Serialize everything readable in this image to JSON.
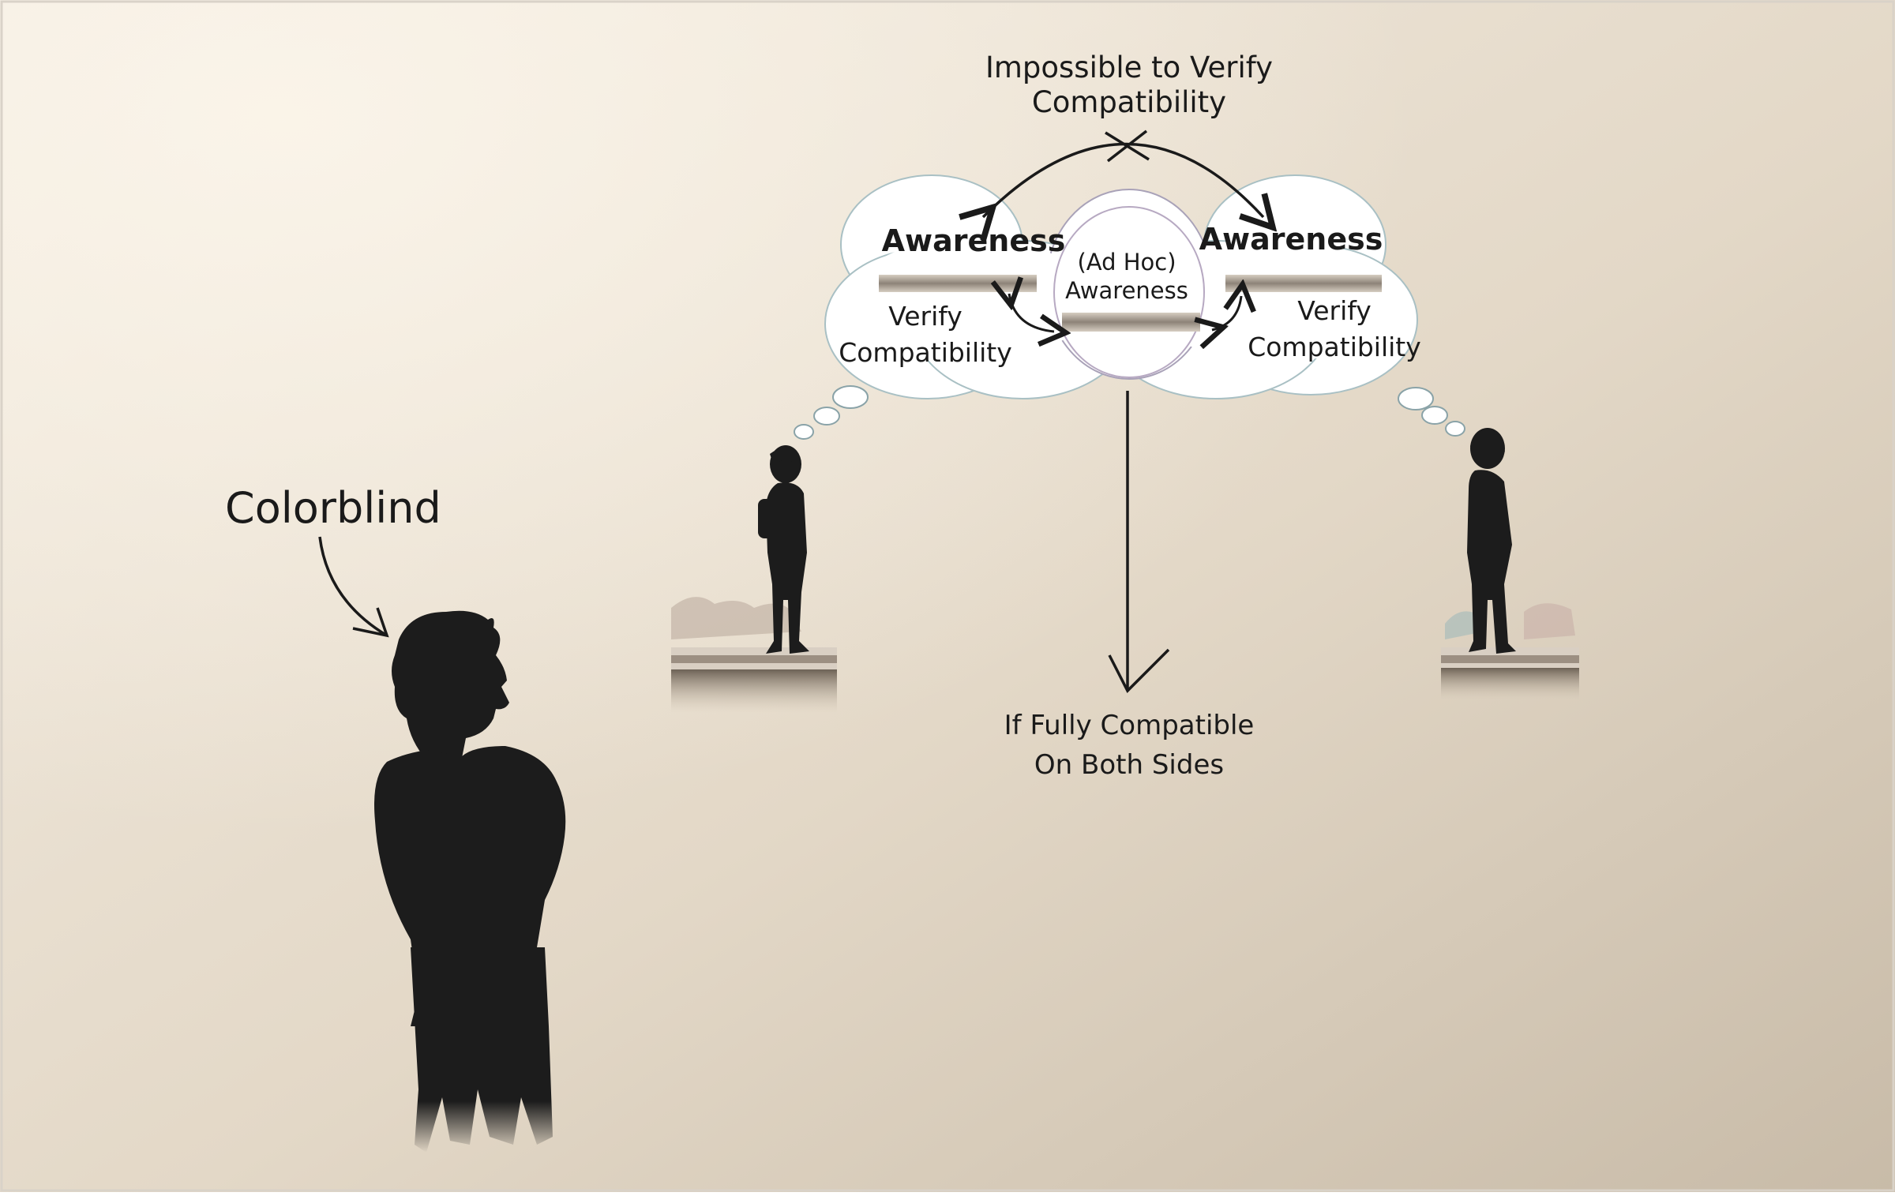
{
  "colors": {
    "background_light": "#f1e9dd",
    "background_mid": "#e4dac9",
    "background_dark": "#c9bcaa",
    "ink": "#1a1a1a",
    "silhouette": "#1c1c1c",
    "cloud_fill": "#ffffff",
    "cloud_stroke": "#9fb8bd",
    "bar_color": "#8d8378"
  },
  "labels": {
    "colorblind": "Colorblind",
    "top_line1": "Impossible to Verify",
    "top_line2": "Compatibility",
    "left_awareness": "Awareness",
    "left_verify": "Verify",
    "left_compat": "Compatibility",
    "center_line1": "(Ad Hoc)",
    "center_line2": "Awareness",
    "right_awareness": "Awareness",
    "right_verify": "Verify",
    "right_compat": "Compatibility",
    "bottom_line1": "If Fully Compatible",
    "bottom_line2": "On Both Sides"
  }
}
